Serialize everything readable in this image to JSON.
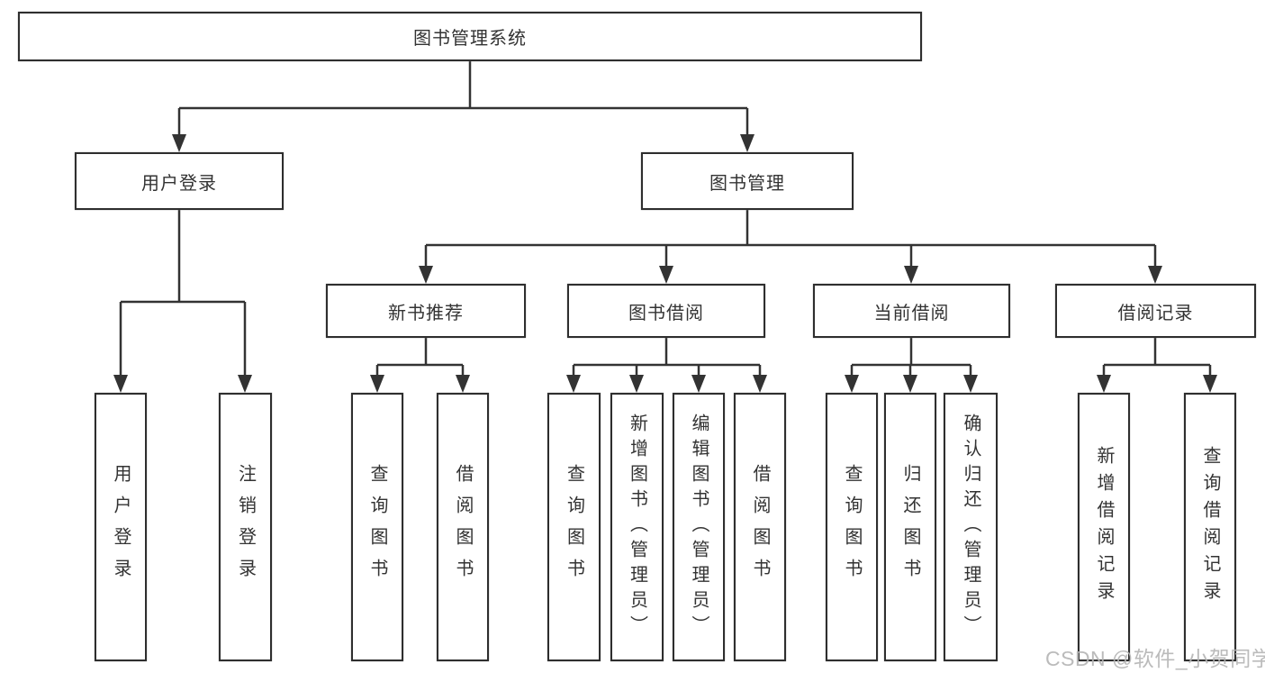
{
  "tree": {
    "label": "图书管理系统",
    "children": [
      {
        "label": "用户登录",
        "children": [
          {
            "label": "用户登录"
          },
          {
            "label": "注销登录"
          }
        ]
      },
      {
        "label": "图书管理",
        "children": [
          {
            "label": "新书推荐",
            "children": [
              {
                "label": "查询图书"
              },
              {
                "label": "借阅图书"
              }
            ]
          },
          {
            "label": "图书借阅",
            "children": [
              {
                "label": "查询图书"
              },
              {
                "label": "新增图书（管理员）"
              },
              {
                "label": "编辑图书（管理员）"
              },
              {
                "label": "借阅图书"
              }
            ]
          },
          {
            "label": "当前借阅",
            "children": [
              {
                "label": "查询图书"
              },
              {
                "label": "归还图书"
              },
              {
                "label": "确认归还（管理员）"
              }
            ]
          },
          {
            "label": "借阅记录",
            "children": [
              {
                "label": "新增借阅记录"
              },
              {
                "label": "查询借阅记录"
              }
            ]
          }
        ]
      }
    ]
  },
  "watermark": "CSDN @软件_小贺同学",
  "colors": {
    "line": "#333333",
    "box_border": "#2e2e2e",
    "box_background": "#ffffff",
    "text": "#333333",
    "watermark": "#b4b4b4",
    "page_background": "#ffffff"
  }
}
